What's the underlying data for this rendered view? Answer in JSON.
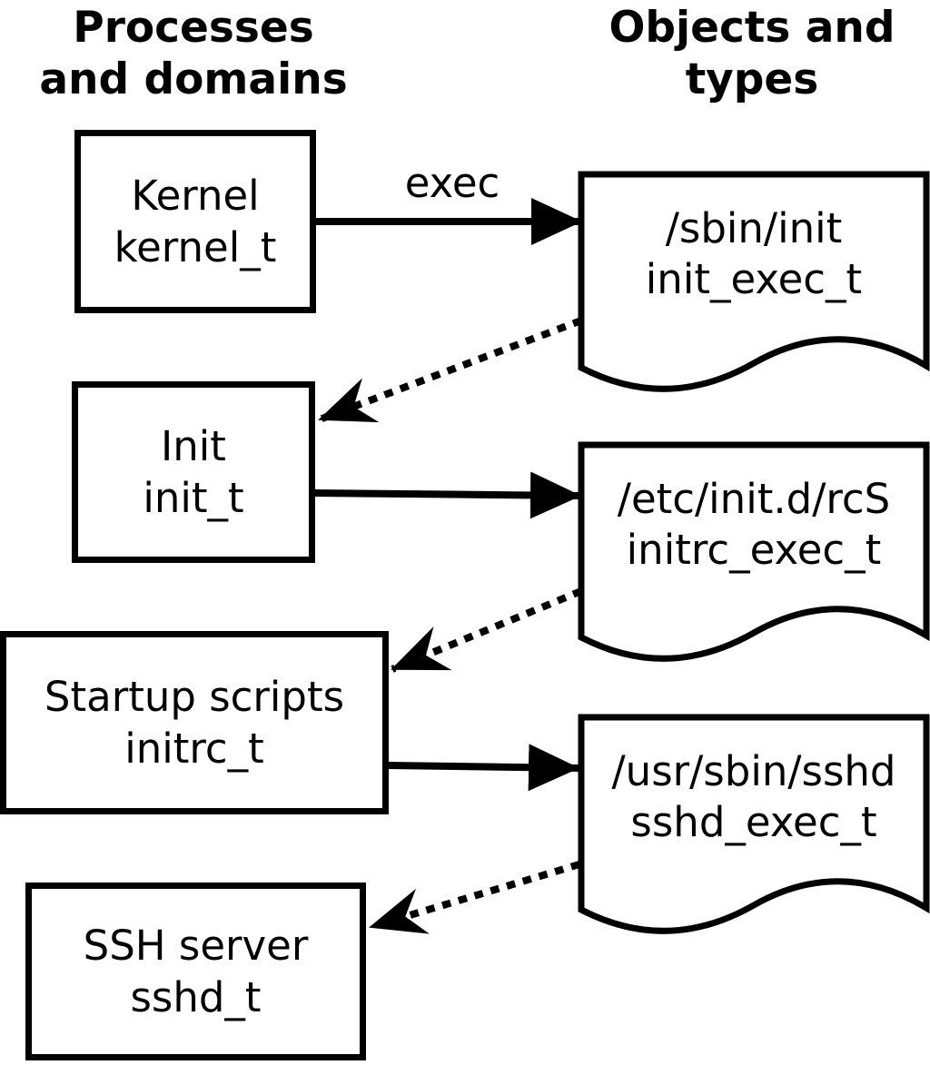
{
  "headers": {
    "left": "Processes\nand domains",
    "right": "Objects and\ntypes"
  },
  "process_boxes": [
    {
      "label": "Kernel",
      "type": "kernel_t"
    },
    {
      "label": "Init",
      "type": "init_t"
    },
    {
      "label": "Startup scripts",
      "type": "initrc_t"
    },
    {
      "label": "SSH server",
      "type": "sshd_t"
    }
  ],
  "object_docs": [
    {
      "path": "/sbin/init",
      "type": "init_exec_t"
    },
    {
      "path": "/etc/init.d/rcS",
      "type": "initrc_exec_t"
    },
    {
      "path": "/usr/sbin/sshd",
      "type": "sshd_exec_t"
    }
  ],
  "edges": [
    {
      "label": "exec",
      "style": "solid",
      "from": "kernel_t",
      "to": "/sbin/init"
    },
    {
      "label": "",
      "style": "dotted",
      "from": "/sbin/init",
      "to": "init_t"
    },
    {
      "label": "",
      "style": "solid",
      "from": "init_t",
      "to": "/etc/init.d/rcS"
    },
    {
      "label": "",
      "style": "dotted",
      "from": "/etc/init.d/rcS",
      "to": "initrc_t"
    },
    {
      "label": "",
      "style": "solid",
      "from": "initrc_t",
      "to": "/usr/sbin/sshd"
    },
    {
      "label": "",
      "style": "dotted",
      "from": "/usr/sbin/sshd",
      "to": "sshd_t"
    }
  ],
  "colors": {
    "ink": "#000000",
    "paper": "#ffffff"
  }
}
